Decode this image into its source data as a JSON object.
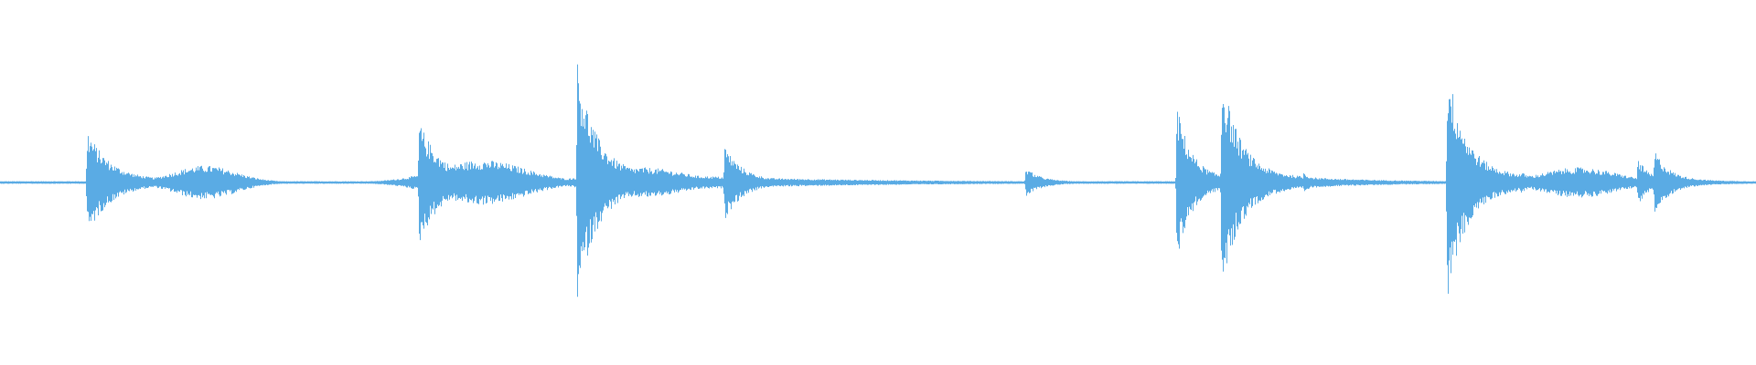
{
  "waveform": {
    "color": "#5aabe4",
    "background": "#ffffff",
    "amplitude_scale": 1.0,
    "bursts": [
      {
        "t": 0.0495,
        "peak": 0.26,
        "decay": 0.012,
        "tail": 0.09
      },
      {
        "t": 0.1165,
        "peak": 0.09,
        "decay": 0.01,
        "tail": 0.05,
        "swell": true
      },
      {
        "t": 0.2385,
        "peak": 0.3,
        "decay": 0.012,
        "tail": 0.1
      },
      {
        "t": 0.2745,
        "peak": 0.12,
        "decay": 0.02,
        "tail": 0.07,
        "swell": true
      },
      {
        "t": 0.3285,
        "peak": 0.6,
        "decay": 0.01,
        "tail": 0.18
      },
      {
        "t": 0.365,
        "peak": 0.08,
        "decay": 0.02,
        "tail": 0.07,
        "swell": true
      },
      {
        "t": 0.4125,
        "peak": 0.18,
        "decay": 0.01,
        "tail": 0.05
      },
      {
        "t": 0.584,
        "peak": 0.07,
        "decay": 0.008,
        "tail": 0.04
      },
      {
        "t": 0.67,
        "peak": 0.38,
        "decay": 0.008,
        "tail": 0.07
      },
      {
        "t": 0.6955,
        "peak": 0.54,
        "decay": 0.01,
        "tail": 0.1
      },
      {
        "t": 0.742,
        "peak": 0.05,
        "decay": 0.006,
        "tail": 0.03
      },
      {
        "t": 0.824,
        "peak": 0.58,
        "decay": 0.01,
        "tail": 0.12
      },
      {
        "t": 0.866,
        "peak": 0.05,
        "decay": 0.008,
        "tail": 0.04
      },
      {
        "t": 0.899,
        "peak": 0.08,
        "decay": 0.015,
        "tail": 0.06,
        "swell": true
      },
      {
        "t": 0.9325,
        "peak": 0.12,
        "decay": 0.006,
        "tail": 0.05
      },
      {
        "t": 0.942,
        "peak": 0.16,
        "decay": 0.008,
        "tail": 0.07
      }
    ]
  }
}
